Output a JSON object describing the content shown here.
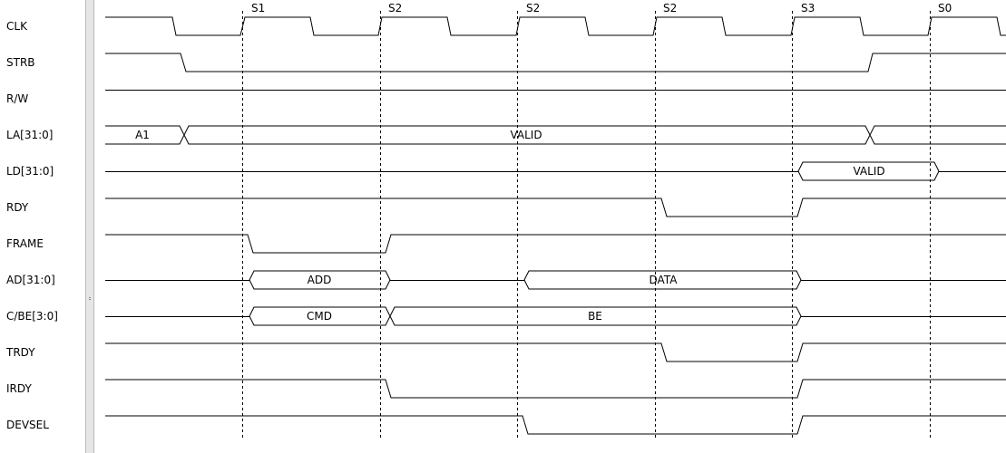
{
  "signals": [
    {
      "name": "CLK"
    },
    {
      "name": "STRB"
    },
    {
      "name": "R/W"
    },
    {
      "name": "LA[31:0]"
    },
    {
      "name": "LD[31:0]"
    },
    {
      "name": "RDY"
    },
    {
      "name": "FRAME"
    },
    {
      "name": "AD[31:0]"
    },
    {
      "name": "C/BE[3:0]"
    },
    {
      "name": "TRDY"
    },
    {
      "name": "IRDY"
    },
    {
      "name": "DEVSEL"
    }
  ],
  "markers": [
    "S1",
    "S2",
    "S2",
    "S2",
    "S3",
    "S0"
  ],
  "bus_values": {
    "la_a1": "A1",
    "la_valid": "VALID",
    "ld_valid": "VALID",
    "ad_add": "ADD",
    "ad_data": "DATA",
    "cbe_cmd": "CMD",
    "cbe_be": "BE"
  },
  "colors": {
    "trace": "#000000",
    "divider": "#e6e6e6",
    "background": "#ffffff"
  }
}
